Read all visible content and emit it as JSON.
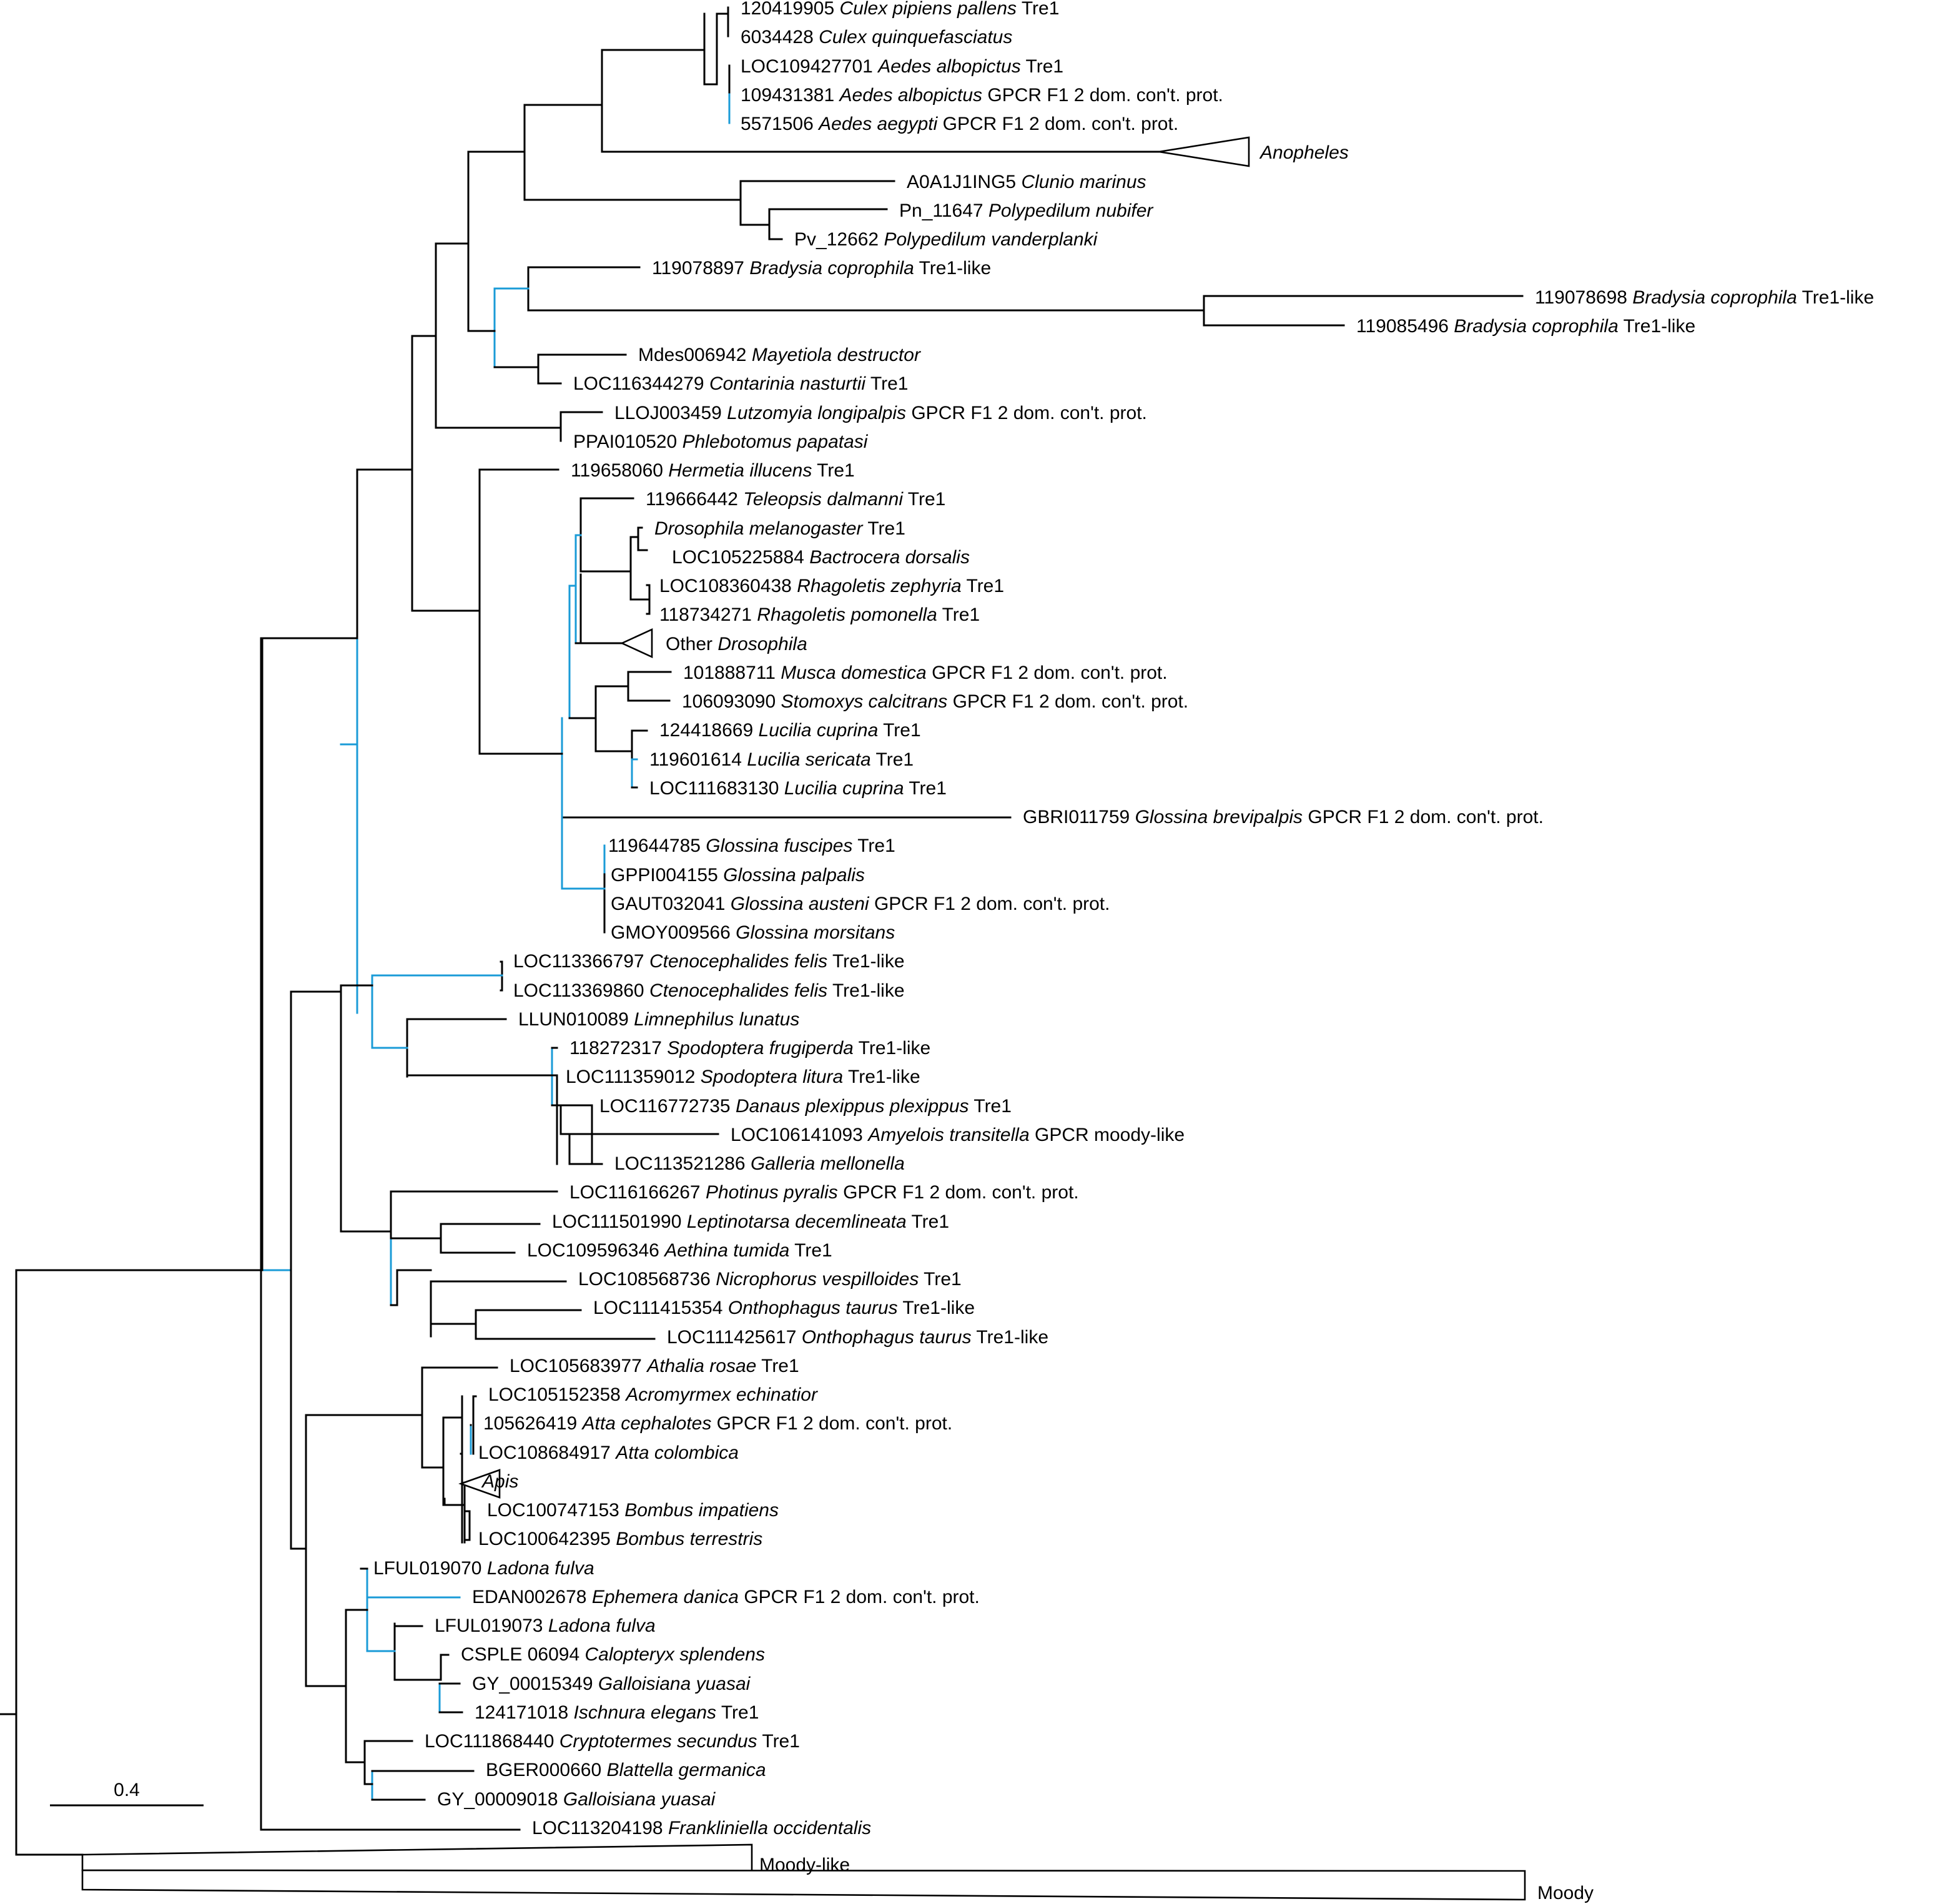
{
  "colors": {
    "default_branch": "#000000",
    "highlight_branch": "#1a9bd7"
  },
  "scale_bar": {
    "label": "0.4"
  },
  "leaves": [
    {
      "id": "120419905",
      "sp": "Culex pipiens pallens",
      "suf": "Tre1"
    },
    {
      "id": "6034428",
      "sp": "Culex quinquefasciatus",
      "suf": ""
    },
    {
      "id": "LOC109427701",
      "sp": "Aedes albopictus",
      "suf": "Tre1"
    },
    {
      "id": "109431381",
      "sp": "Aedes albopictus",
      "suf": "GPCR F1 2 dom. con't. prot."
    },
    {
      "id": "5571506",
      "sp": "Aedes aegypti",
      "suf": "GPCR F1 2 dom. con't. prot."
    },
    {
      "id": "",
      "sp": "Anopheles",
      "suf": ""
    },
    {
      "id": "A0A1J1ING5",
      "sp": "Clunio marinus",
      "suf": ""
    },
    {
      "id": "Pn_11647",
      "sp": "Polypedilum nubifer",
      "suf": ""
    },
    {
      "id": "Pv_12662",
      "sp": "Polypedilum vanderplanki",
      "suf": ""
    },
    {
      "id": "119078897",
      "sp": "Bradysia coprophila",
      "suf": "Tre1-like"
    },
    {
      "id": "119078698",
      "sp": "Bradysia coprophila",
      "suf": "Tre1-like"
    },
    {
      "id": "119085496",
      "sp": "Bradysia coprophila",
      "suf": "Tre1-like"
    },
    {
      "id": "Mdes006942",
      "sp": "Mayetiola destructor",
      "suf": ""
    },
    {
      "id": "LOC116344279",
      "sp": "Contarinia nasturtii",
      "suf": "Tre1"
    },
    {
      "id": "LLOJ003459",
      "sp": "Lutzomyia longipalpis",
      "suf": "GPCR F1 2 dom. con't. prot."
    },
    {
      "id": "PPAI010520",
      "sp": "Phlebotomus papatasi",
      "suf": ""
    },
    {
      "id": "119658060",
      "sp": "Hermetia illucens",
      "suf": "Tre1"
    },
    {
      "id": "119666442",
      "sp": "Teleopsis dalmanni",
      "suf": "Tre1"
    },
    {
      "id": "",
      "sp": "Drosophila melanogaster",
      "suf": "Tre1"
    },
    {
      "id": "LOC105225884",
      "sp": "Bactrocera dorsalis",
      "suf": ""
    },
    {
      "id": "LOC108360438",
      "sp": "Rhagoletis zephyria",
      "suf": "Tre1"
    },
    {
      "id": "118734271",
      "sp": "Rhagoletis pomonella",
      "suf": "Tre1"
    },
    {
      "id": "Other",
      "sp": "Drosophila",
      "suf": ""
    },
    {
      "id": "101888711",
      "sp": "Musca domestica",
      "suf": "GPCR F1 2 dom. con't. prot."
    },
    {
      "id": "106093090",
      "sp": "Stomoxys calcitrans",
      "suf": "GPCR F1 2 dom. con't. prot."
    },
    {
      "id": "124418669",
      "sp": "Lucilia cuprina",
      "suf": "Tre1"
    },
    {
      "id": "119601614",
      "sp": "Lucilia sericata",
      "suf": "Tre1"
    },
    {
      "id": "LOC111683130",
      "sp": "Lucilia cuprina",
      "suf": "Tre1"
    },
    {
      "id": "GBRI011759",
      "sp": "Glossina brevipalpis",
      "suf": "GPCR F1 2 dom. con't. prot."
    },
    {
      "id": "119644785",
      "sp": "Glossina fuscipes",
      "suf": "Tre1"
    },
    {
      "id": "GPPI004155",
      "sp": "Glossina palpalis",
      "suf": ""
    },
    {
      "id": "GAUT032041",
      "sp": "Glossina austeni",
      "suf": "GPCR F1 2 dom. con't. prot."
    },
    {
      "id": "GMOY009566",
      "sp": "Glossina morsitans",
      "suf": ""
    },
    {
      "id": "LOC113366797",
      "sp": "Ctenocephalides felis",
      "suf": "Tre1-like"
    },
    {
      "id": "LOC113369860",
      "sp": "Ctenocephalides felis",
      "suf": "Tre1-like"
    },
    {
      "id": "LLUN010089",
      "sp": "Limnephilus lunatus",
      "suf": ""
    },
    {
      "id": "118272317",
      "sp": "Spodoptera frugiperda",
      "suf": "Tre1-like"
    },
    {
      "id": "LOC111359012",
      "sp": "Spodoptera litura",
      "suf": "Tre1-like"
    },
    {
      "id": "LOC116772735",
      "sp": "Danaus plexippus plexippus",
      "suf": "Tre1"
    },
    {
      "id": "LOC106141093",
      "sp": "Amyelois transitella",
      "suf": "GPCR moody-like"
    },
    {
      "id": "LOC113521286",
      "sp": "Galleria mellonella",
      "suf": ""
    },
    {
      "id": "LOC116166267",
      "sp": "Photinus pyralis",
      "suf": "GPCR F1 2 dom. con't. prot."
    },
    {
      "id": "LOC111501990",
      "sp": "Leptinotarsa decemlineata",
      "suf": "Tre1"
    },
    {
      "id": "LOC109596346",
      "sp": "Aethina tumida",
      "suf": "Tre1"
    },
    {
      "id": "LOC108568736",
      "sp": "Nicrophorus vespilloides",
      "suf": "Tre1"
    },
    {
      "id": "LOC111415354",
      "sp": "Onthophagus taurus",
      "suf": "Tre1-like"
    },
    {
      "id": "LOC111425617",
      "sp": "Onthophagus taurus",
      "suf": "Tre1-like"
    },
    {
      "id": "LOC105683977",
      "sp": "Athalia rosae",
      "suf": "Tre1"
    },
    {
      "id": "LOC105152358",
      "sp": "Acromyrmex echinatior",
      "suf": ""
    },
    {
      "id": "105626419",
      "sp": "Atta cephalotes",
      "suf": "GPCR F1 2 dom. con't. prot."
    },
    {
      "id": "LOC108684917",
      "sp": "Atta colombica",
      "suf": ""
    },
    {
      "id": "",
      "sp": "Apis",
      "suf": ""
    },
    {
      "id": "LOC100747153",
      "sp": "Bombus impatiens",
      "suf": ""
    },
    {
      "id": "LOC100642395",
      "sp": "Bombus terrestris",
      "suf": ""
    },
    {
      "id": "LFUL019070",
      "sp": "Ladona fulva",
      "suf": ""
    },
    {
      "id": "EDAN002678",
      "sp": "Ephemera danica",
      "suf": "GPCR F1 2 dom. con't. prot."
    },
    {
      "id": "LFUL019073",
      "sp": "Ladona fulva",
      "suf": ""
    },
    {
      "id": "CSPLE 06094",
      "sp": "Calopteryx splendens",
      "suf": ""
    },
    {
      "id": "GY_00015349",
      "sp": "Galloisiana yuasai",
      "suf": ""
    },
    {
      "id": "124171018",
      "sp": "Ischnura elegans",
      "suf": "Tre1"
    },
    {
      "id": "LOC111868440",
      "sp": "Cryptotermes secundus",
      "suf": "Tre1"
    },
    {
      "id": "BGER000660",
      "sp": "Blattella germanica",
      "suf": ""
    },
    {
      "id": "GY_00009018",
      "sp": "Galloisiana yuasai",
      "suf": ""
    },
    {
      "id": "LOC113204198",
      "sp": "Frankliniella occidentalis",
      "suf": ""
    },
    {
      "id": "Moody-like",
      "sp": "",
      "suf": ""
    },
    {
      "id": "Moody",
      "sp": "",
      "suf": ""
    }
  ]
}
